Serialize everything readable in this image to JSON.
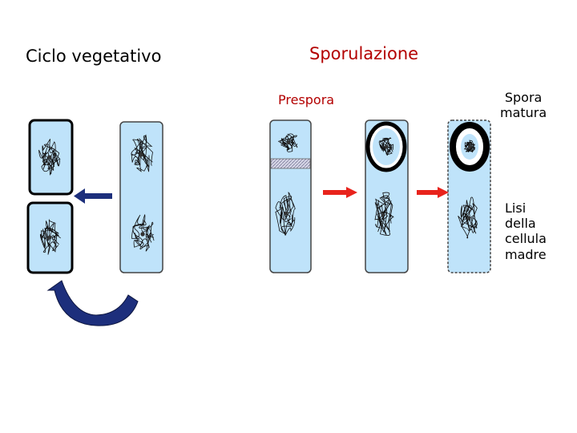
{
  "titles": {
    "vegetative_cycle": "Ciclo vegetativo",
    "sporulation": "Sporulazione"
  },
  "labels": {
    "prespore": "Prespora",
    "mature_spore": [
      "Spora",
      "matura"
    ],
    "lysis": [
      "Lisi",
      "della",
      "cellula",
      "madre"
    ]
  },
  "colors": {
    "cell_fill": "#bfe3fa",
    "cell_stroke": "#333333",
    "red_arrow": "#e8231c",
    "blue_arrow": "#1d2f7c",
    "prespore_label": "#b30000",
    "sporulation_title": "#b30000",
    "septum_fill": "#d8d8e8"
  }
}
